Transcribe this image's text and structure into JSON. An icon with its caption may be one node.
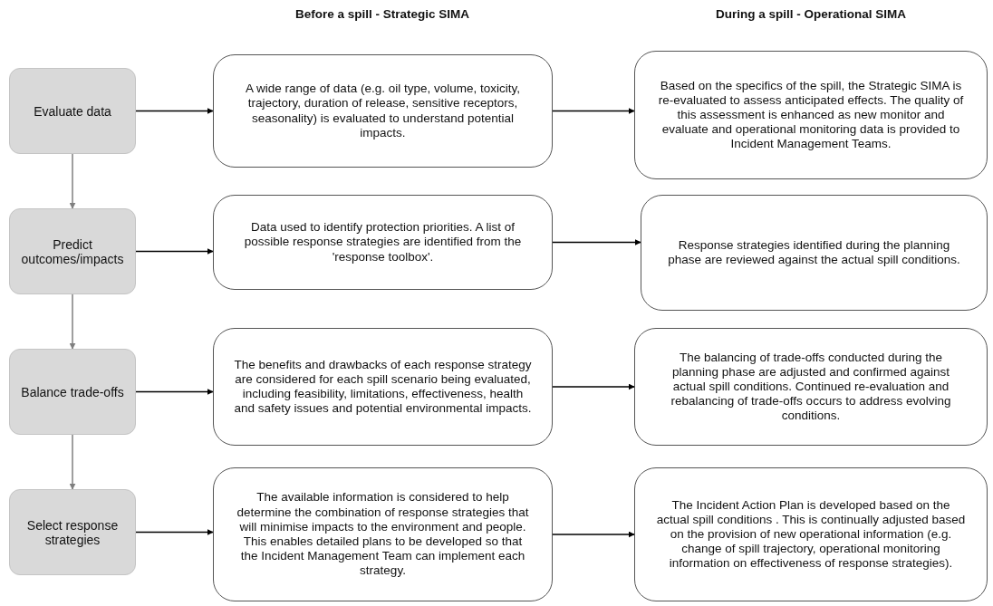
{
  "diagram": {
    "nodes": [
      {
        "text": [
          "Evaluate data"
        ]
      },
      {
        "text": [
          "A wide range of data (e.g. oil type, volume, toxicity, trajectory, duration of release, sensitive receptors, seasonality) is evaluated to understand potential impacts."
        ]
      },
      {
        "text": [
          "Based on the specifics of the spill, the Strategic SIMA is re-evaluated to assess anticipated effects. The quality of this assessment is enhanced as new monitor and evaluate and operational monitoring data is provided to Incident Management Teams."
        ]
      },
      {
        "text": [
          "Predict outcomes/impacts"
        ]
      },
      {
        "text": [
          "Data used to identify protection priorities. A list of possible response strategies are identified from the 'response toolbox'."
        ]
      },
      {
        "text": [
          "Response strategies identified during the planning phase are reviewed against the actual spill conditions."
        ]
      },
      {
        "text": [
          "Balance trade-offs"
        ]
      },
      {
        "text": [
          "The benefits and drawbacks of each response strategy are considered for each spill scenario being evaluated, including feasibility, limitations, effectiveness, health and safety issues and potential environmental impacts."
        ]
      },
      {
        "text": [
          "The balancing of trade-offs conducted during the planning phase are adjusted and confirmed against actual spill conditions. Continued re-evaluation and rebalancing of trade-offs occurs to address evolving conditions."
        ]
      },
      {
        "text": [
          "Select response strategies"
        ]
      },
      {
        "text": [
          "The available information is considered to help determine the combination of response strategies that will minimise impacts to the environment and people. This enables detailed plans to be developed so that the Incident Management Team can implement each strategy."
        ]
      },
      {
        "text": [
          "The Incident Action Plan is developed based on the actual spill conditions . This is continually adjusted based on the provision of new operational information (e.g. change of spill trajectory, operational monitoring information on effectiveness of response strategies)."
        ]
      }
    ],
    "edges": [
      {
        "from": 0,
        "to": 1,
        "arrow": "to"
      },
      {
        "from": 1,
        "to": 2,
        "arrow": "to"
      },
      {
        "from": 3,
        "to": 4,
        "arrow": "to"
      },
      {
        "from": 4,
        "to": 5,
        "arrow": "to"
      },
      {
        "from": 6,
        "to": 7,
        "arrow": "to"
      },
      {
        "from": 7,
        "to": 8,
        "arrow": "to"
      },
      {
        "from": 9,
        "to": 10,
        "arrow": "to"
      },
      {
        "from": 10,
        "to": 11,
        "arrow": "to"
      },
      {
        "from": 0,
        "to": 3,
        "arrow": "to",
        "color": "#7f7f7f"
      },
      {
        "from": 3,
        "to": 6,
        "arrow": "to",
        "color": "#7f7f7f"
      },
      {
        "from": 6,
        "to": 9,
        "arrow": "to",
        "color": "#7f7f7f"
      }
    ],
    "labels": [
      "Before a spill - Strategic SIMA",
      "During a spill - Operational SIMA"
    ]
  }
}
